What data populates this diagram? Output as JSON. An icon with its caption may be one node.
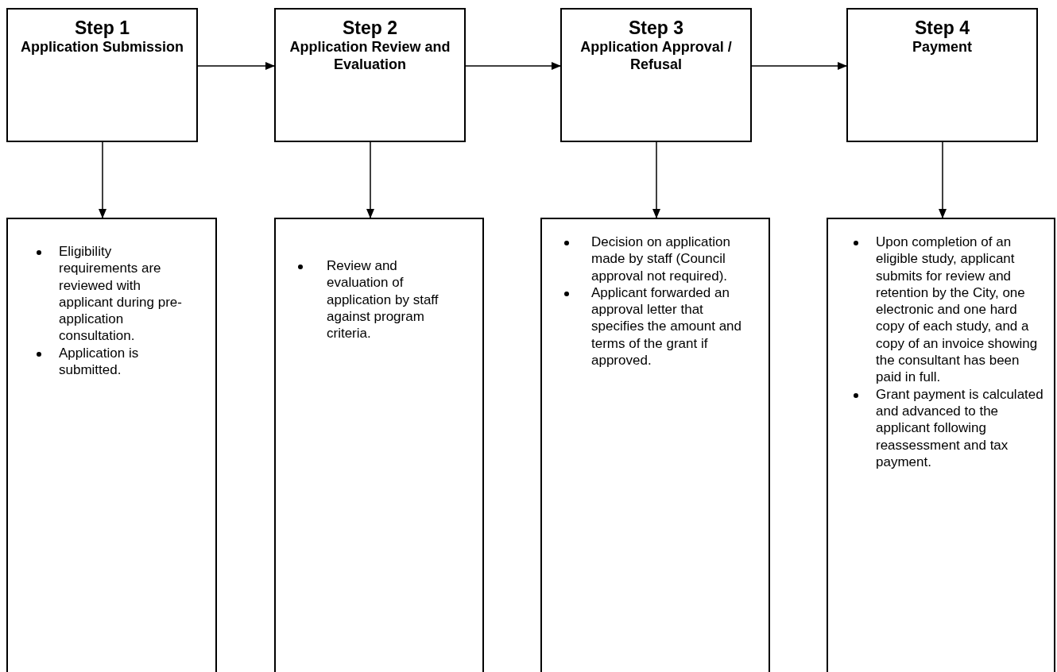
{
  "diagram": {
    "nodes": [
      {
        "text": [
          "Step 1",
          "Application Submission"
        ]
      },
      {
        "text": [
          "Step 2",
          "Application Review and Evaluation"
        ]
      },
      {
        "text": [
          "Step 3",
          "Application Approval / Refusal"
        ]
      },
      {
        "text": [
          "Step 4",
          "Payment"
        ]
      },
      {
        "text": [
          "Eligibility requirements are reviewed with applicant during pre-application consultation.",
          "Application is submitted."
        ]
      },
      {
        "text": [
          "Review and evaluation of application by staff against program criteria."
        ]
      },
      {
        "text": [
          "Decision on application made by staff (Council approval not required).",
          "Applicant forwarded an approval letter that specifies the amount and terms of the grant if approved."
        ]
      },
      {
        "text": [
          "Upon completion of an eligible study, applicant submits for review and retention by the City, one electronic and one hard copy of each study, and a copy of an invoice showing the consultant has been paid in full.",
          "Grant payment is calculated and advanced to the applicant following reassessment and tax payment."
        ]
      }
    ],
    "edges": [
      {
        "from": 0,
        "to": 1,
        "arrow": "to"
      },
      {
        "from": 1,
        "to": 2,
        "arrow": "to"
      },
      {
        "from": 2,
        "to": 3,
        "arrow": "to"
      },
      {
        "from": 0,
        "to": 4,
        "arrow": "to"
      },
      {
        "from": 1,
        "to": 5,
        "arrow": "to"
      },
      {
        "from": 2,
        "to": 6,
        "arrow": "to"
      },
      {
        "from": 3,
        "to": 7,
        "arrow": "to"
      }
    ]
  }
}
